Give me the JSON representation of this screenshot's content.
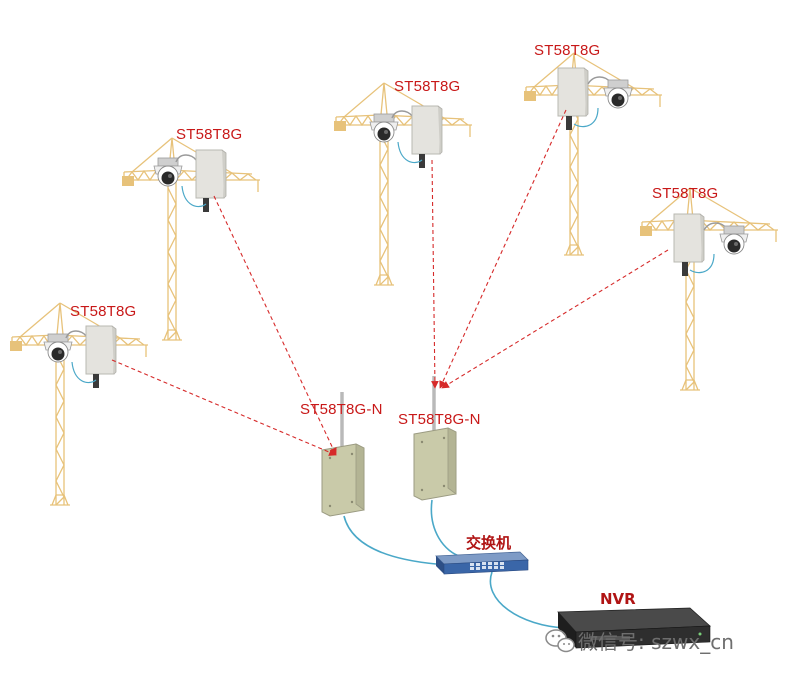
{
  "labels": {
    "sta1": "ST58T8G",
    "sta2": "ST58T8G",
    "sta3": "ST58T8G",
    "sta4": "ST58T8G",
    "sta5": "ST58T8G",
    "base1": "ST58T8G-N",
    "base2": "ST58T8G-N",
    "switch": "交换机",
    "nvr": "NVR"
  },
  "watermark": {
    "text": "微信号: szwx_cn",
    "icon": "wechat-icon"
  },
  "colors": {
    "label": "#c81818",
    "link": "#d62a2a",
    "cable": "#4aa8c8",
    "crane": "#e7c27a",
    "panel": "#e4e3de",
    "base_panel": "#c9caa9",
    "switch": "#3a66a8",
    "nvr": "#333333"
  }
}
